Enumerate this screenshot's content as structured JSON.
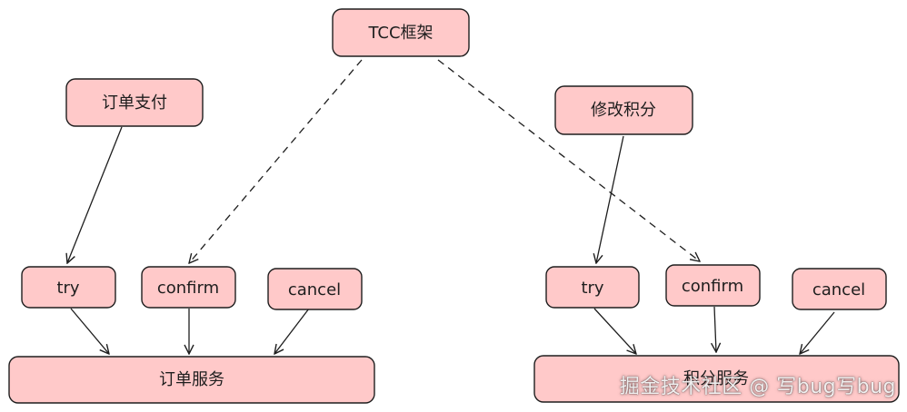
{
  "nodes": {
    "tcc_framework": "TCC框架",
    "order_payment": "订单支付",
    "modify_points": "修改积分",
    "order_try": "try",
    "order_confirm": "confirm",
    "order_cancel": "cancel",
    "order_service": "订单服务",
    "points_try": "try",
    "points_confirm": "confirm",
    "points_cancel": "cancel",
    "points_service": "积分服务"
  },
  "watermark": "掘金技术社区 @ 写bug写bug",
  "colors": {
    "node_fill": "#ffc9c9",
    "stroke": "#1e1e1e",
    "background": "#ffffff"
  }
}
